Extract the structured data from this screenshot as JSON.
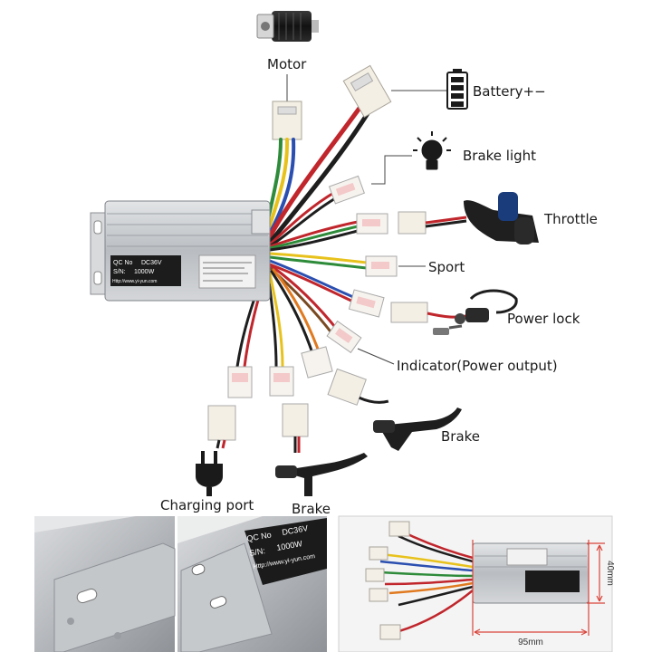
{
  "labels": {
    "motor": "Motor",
    "battery": "Battery+−",
    "brake_light": "Brake light",
    "throttle": "Throttle",
    "sport": "Sport",
    "power_lock": "Power lock",
    "indicator": "Indicator(Power output)",
    "brake_right": "Brake",
    "brake_bottom": "Brake",
    "charging_port": "Charging port"
  },
  "controller_plate": {
    "qc_prefix": "QC No",
    "model": "DC36V",
    "sn_prefix": "S/N:",
    "power": "1000W",
    "website": "Http://www.yi-yun.com"
  },
  "dimensions": {
    "width": "95mm",
    "height": "40mm"
  },
  "colors": {
    "wire_red": "#c0262c",
    "wire_yellow": "#e8c21c",
    "wire_blue": "#2b4fb0",
    "wire_green": "#2e8b3a",
    "wire_black": "#1e1e1e",
    "wire_brown": "#7a4a22",
    "wire_orange": "#e07a20",
    "casing": "#c9cccf",
    "dimension_line": "#d9443a"
  }
}
